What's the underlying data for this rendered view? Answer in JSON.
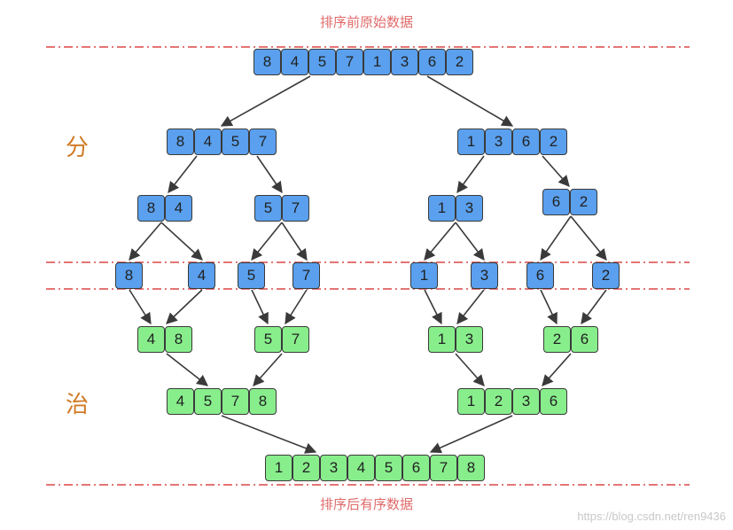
{
  "captions": {
    "top": "排序前原始数据",
    "bottom": "排序后有序数据"
  },
  "sections": {
    "divide": "分",
    "conquer": "治"
  },
  "watermark": "https://blog.csdn.net/ren9436",
  "colors": {
    "split": "#5aa0ee",
    "merge": "#88ee8c",
    "guide": "#d42020",
    "caption": "#e06a6a",
    "section": "#d07a26"
  },
  "levels": {
    "original": [
      8,
      4,
      5,
      7,
      1,
      3,
      6,
      2
    ],
    "split_halves": [
      [
        8,
        4,
        5,
        7
      ],
      [
        1,
        3,
        6,
        2
      ]
    ],
    "split_pairs": [
      [
        8,
        4
      ],
      [
        5,
        7
      ],
      [
        1,
        3
      ],
      [
        6,
        2
      ]
    ],
    "singles": [
      8,
      4,
      5,
      7,
      1,
      3,
      6,
      2
    ],
    "merged_pairs": [
      [
        4,
        8
      ],
      [
        5,
        7
      ],
      [
        1,
        3
      ],
      [
        2,
        6
      ]
    ],
    "merged_halves": [
      [
        4,
        5,
        7,
        8
      ],
      [
        1,
        2,
        3,
        6
      ]
    ],
    "sorted": [
      1,
      2,
      3,
      4,
      5,
      6,
      7,
      8
    ]
  }
}
